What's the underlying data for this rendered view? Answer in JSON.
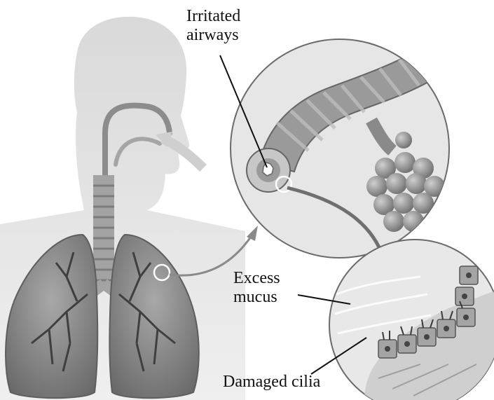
{
  "labels": {
    "irritated_airways": [
      "Irritated",
      "airways"
    ],
    "excess_mucus": [
      "Excess",
      "mucus"
    ],
    "damaged_cilia": "Damaged cilia"
  },
  "colors": {
    "silhouette": "#d6d6d6",
    "silhouette_shadow": "#c4c4c4",
    "lung_fill": "#8c8c8c",
    "lung_dark": "#5e5e5e",
    "airway_tube": "#9a9a9a",
    "alveoli": "#8f8f8f",
    "cell_tissue": "#b5b5b5",
    "arrow": "#8a8a8a",
    "line": "#111111",
    "circle_bg": "#e4e4e4"
  }
}
